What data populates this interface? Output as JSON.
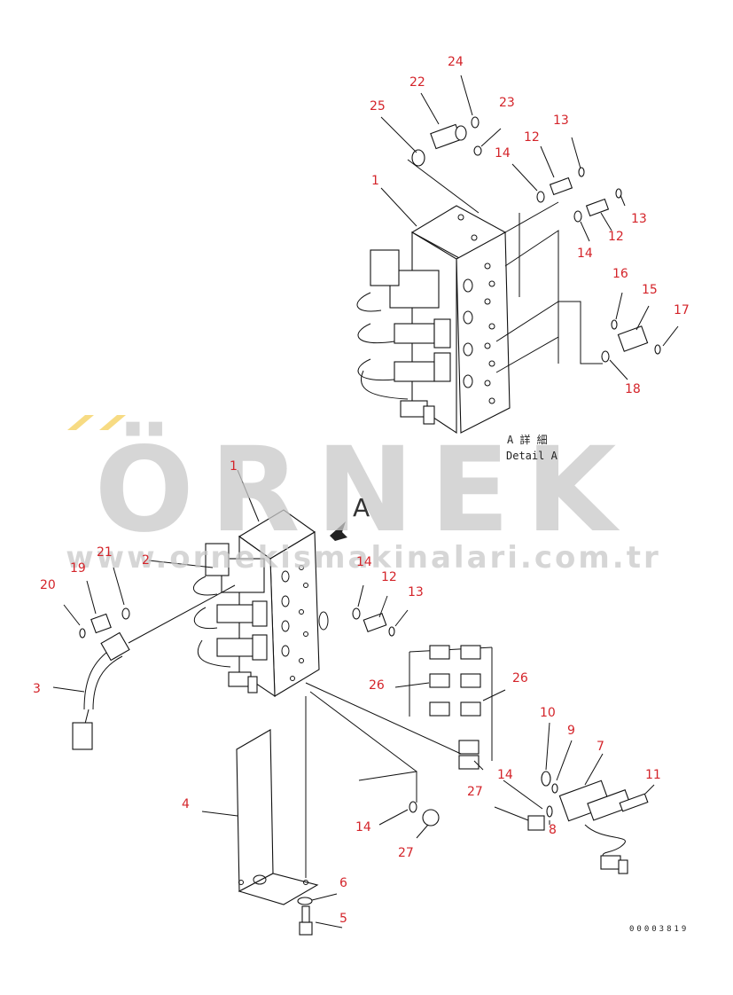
{
  "drawing": {
    "detail_label_jp": "A 詳 細",
    "detail_label_en": "Detail A",
    "view_marker": "A",
    "drawing_number": "00003819"
  },
  "watermark": {
    "word": "ÖRNEK",
    "url": "www.ornekismakinalari.com.tr",
    "color": "#c9c9c9",
    "accent": "#f5cf5a"
  },
  "callouts": [
    "1",
    "2",
    "3",
    "4",
    "5",
    "6",
    "7",
    "8",
    "9",
    "10",
    "11",
    "12",
    "13",
    "14",
    "15",
    "16",
    "17",
    "18",
    "19",
    "20",
    "21",
    "22",
    "23",
    "24",
    "25",
    "26",
    "27"
  ],
  "callout_color": "#d4242a"
}
